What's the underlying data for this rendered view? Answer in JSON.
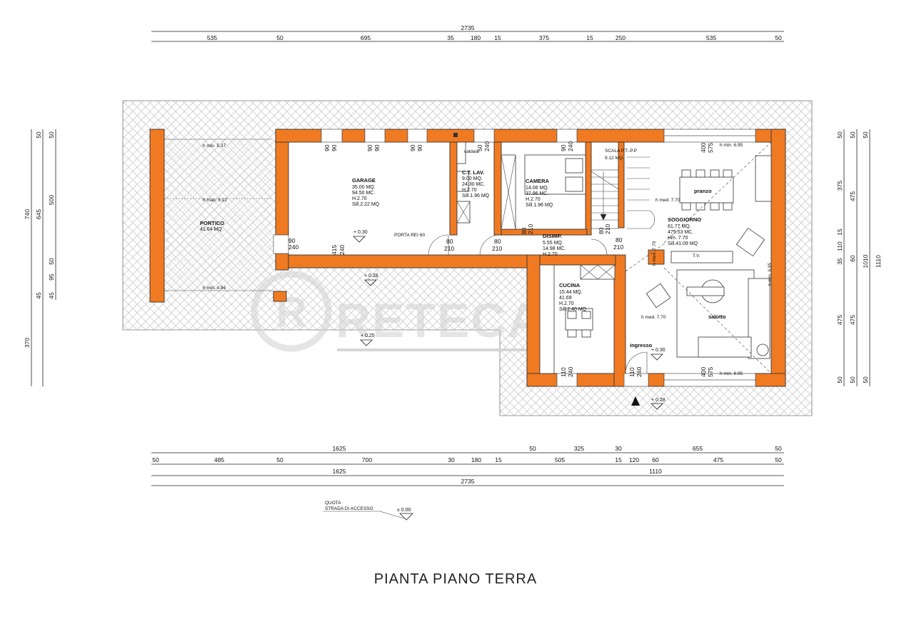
{
  "drawing_title": "PIANTA  PIANO  TERRA",
  "watermark": "RETECASA",
  "watermark_mark": "®",
  "colors": {
    "wall": "#f07a22",
    "wall_outline": "#333333",
    "hatch": "#c9c9c9",
    "ink": "#222222"
  },
  "dims_top": {
    "overall": "2735",
    "segments": [
      "535",
      "50",
      "695",
      "35",
      "180",
      "15",
      "375",
      "15",
      "250",
      "535",
      "50"
    ]
  },
  "dims_bottom": {
    "row1": [
      "1625",
      "50",
      "325",
      "30",
      "655",
      "50"
    ],
    "row2": [
      "50",
      "485",
      "50",
      "700",
      "30",
      "180",
      "15",
      "505",
      "15",
      "120",
      "60",
      "475",
      "50"
    ],
    "row3": [
      "1625",
      "1110"
    ],
    "overall": "2735"
  },
  "dims_left": {
    "overall": "740",
    "outer": [
      "370"
    ],
    "inner": [
      "50",
      "645",
      "500",
      "50",
      "95",
      "45",
      "45",
      "50"
    ]
  },
  "dims_right": {
    "overall": "1110",
    "mid": "1010",
    "col_a": [
      "50",
      "375",
      "15",
      "110",
      "35",
      "475",
      "50"
    ],
    "col_b": [
      "50",
      "475",
      "60",
      "475",
      "50"
    ]
  },
  "rooms": {
    "portico": {
      "name": "PORTICO",
      "area": "41.64  MQ."
    },
    "garage": {
      "name": "GARAGE",
      "lines": [
        "35.00  MQ.",
        "94.50  MC.",
        "H.2.70",
        "Sill.2.22  MQ"
      ]
    },
    "ct_lav": {
      "name": "C.T.  LAV.",
      "lines": [
        "9.00  MQ.",
        "24.30  MC.",
        "H.2.70",
        "Sill.1.96  MQ"
      ]
    },
    "camera": {
      "name": "CAMERA",
      "lines": [
        "14.06  MQ.",
        "37.96  MC.",
        "H.2.70",
        "Sill.1.96  MQ"
      ]
    },
    "disimp": {
      "name": "DISIMP.",
      "lines": [
        "5.55  MQ.",
        "14.98  MC.",
        "H.2.70"
      ]
    },
    "cucina": {
      "name": "CUCINA",
      "lines": [
        "15.44  MQ.",
        "41.69",
        "H.2.70",
        "Sill.2.40  MQ"
      ]
    },
    "soggiorno": {
      "name": "SOGGIORNO",
      "lines": [
        "61.77  MQ.",
        "475.53  MC.",
        "Hm.  7.70",
        "Sill.41.09  MQ"
      ]
    },
    "pranzo": {
      "name": "pranzo"
    },
    "salotto": {
      "name": "salotto"
    },
    "ingresso": {
      "name": "ingresso"
    }
  },
  "heights": {
    "portico_top": "h  min.  5.37",
    "portico_mid": "h  max.  6.12",
    "portico_bottom": "h  min.  4.94",
    "sogg_top": "h  min.  6.95",
    "sogg_bottom": "h  min.  6.95",
    "sogg_right": "h  min.  6.95",
    "pranzo_med": "h  med.  7.70",
    "salotto_med": "h  med.  7.70",
    "sogg_med": "h  med.  7.70"
  },
  "levels": {
    "garage": "+  0.30",
    "portico": "+  0.28",
    "ext_left": "+  0.25",
    "ingresso": "+  0.30",
    "entrance": "+  0.28"
  },
  "quota": {
    "line1": "QUOTA",
    "line2": "STRADA  DI  ACCESSO",
    "value": "±  0.00"
  },
  "labels": {
    "porta_rei": "PORTA  REI  60",
    "scala": "SCALA  P.T.-P.P",
    "scala_area": "9.12  MQ.",
    "caldaia": "caldaia",
    "tv": "T.V."
  },
  "openings": {
    "portico_door": [
      "90",
      "240"
    ],
    "garage_win_415": [
      "415",
      "240"
    ],
    "garage_w1": [
      "90",
      "90"
    ],
    "garage_w2": [
      "90",
      "90"
    ],
    "garage_w3": [
      "90",
      "90"
    ],
    "ct_win": [
      "50",
      "240"
    ],
    "ct_door": [
      "80",
      "210"
    ],
    "dis_door_left": [
      "80",
      "210"
    ],
    "camera_win": [
      "90",
      "240"
    ],
    "camera_door": [
      "80",
      "210"
    ],
    "scala_door": [
      "80",
      "210"
    ],
    "dis_door_right": [
      "80",
      "210"
    ],
    "pranzo_win": [
      "400",
      "575"
    ],
    "cucina_win": [
      "110",
      "240"
    ],
    "ingresso_door": [
      "110",
      "240"
    ],
    "salotto_win": [
      "400",
      "575"
    ]
  }
}
